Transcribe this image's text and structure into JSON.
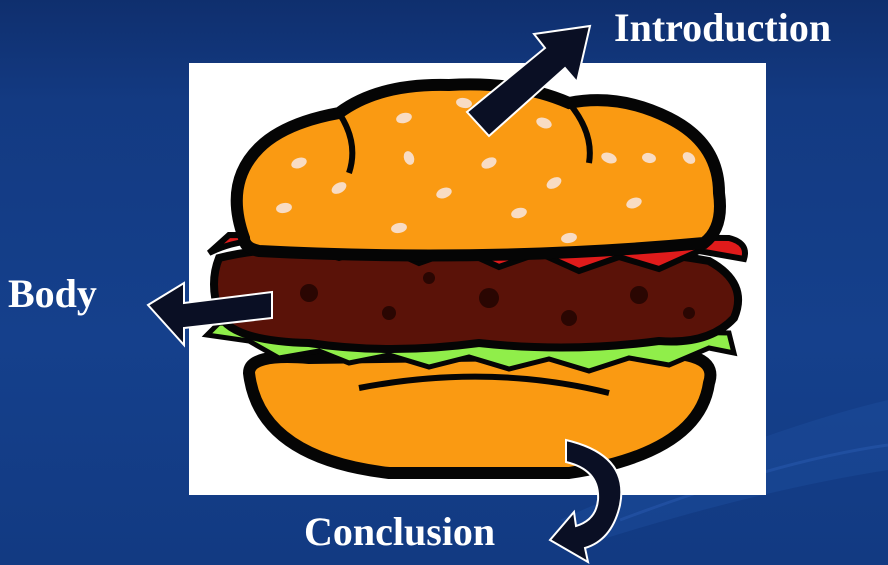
{
  "slide": {
    "background_color": "#15408c",
    "labels": {
      "introduction": "Introduction",
      "body": "Body",
      "conclusion": "Conclusion"
    },
    "image": {
      "subject": "hamburger clipart",
      "colors": {
        "bun": "#fa9a12",
        "sesame": "#f8dcc4",
        "tomato": "#e01b1b",
        "patty": "#5a1208",
        "lettuce": "#90ee4a",
        "outline": "#050505"
      }
    },
    "arrow_color": "#0a0f24"
  }
}
